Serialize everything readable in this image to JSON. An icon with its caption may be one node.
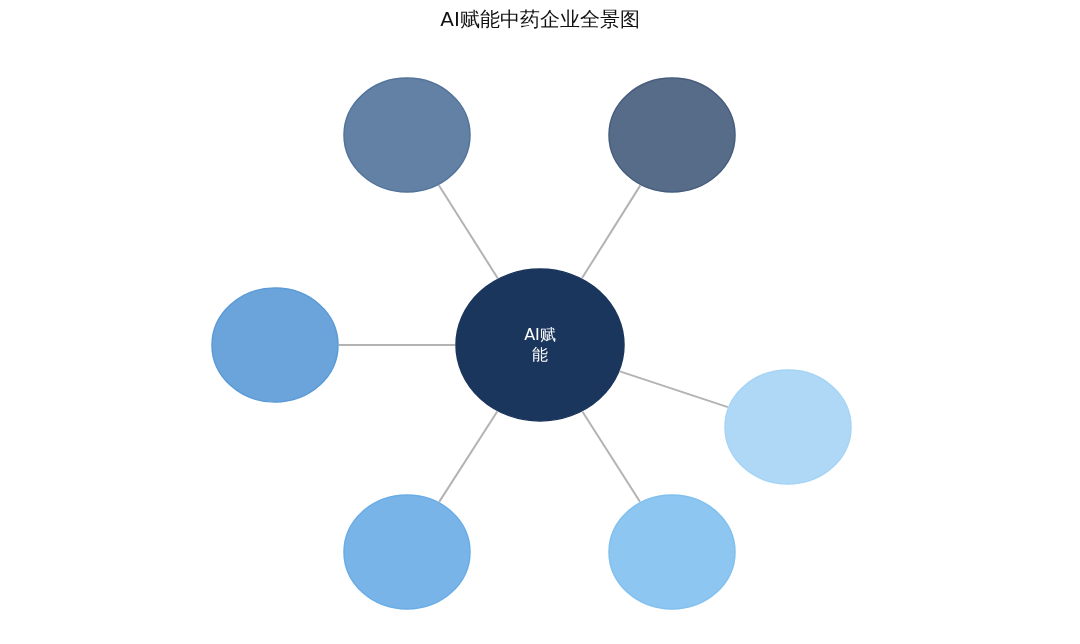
{
  "diagram": {
    "title": "AI赋能中药企业全景图",
    "nodes": [
      {
        "text": [
          "AI赋能"
        ]
      },
      {
        "text": [],
        "shape": "circle"
      },
      {
        "text": [],
        "shape": "circle"
      },
      {
        "text": [],
        "shape": "circle"
      },
      {
        "text": [],
        "shape": "circle"
      },
      {
        "text": [],
        "shape": "circle"
      },
      {
        "text": [],
        "shape": "circle"
      }
    ],
    "edges": [
      {
        "from": 0,
        "to": 1,
        "arrow": "none"
      },
      {
        "from": 0,
        "to": 2,
        "arrow": "none"
      },
      {
        "from": 0,
        "to": 3,
        "arrow": "none"
      },
      {
        "from": 0,
        "to": 4,
        "arrow": "none"
      },
      {
        "from": 0,
        "to": 5,
        "arrow": "none"
      },
      {
        "from": 0,
        "to": 6,
        "arrow": "none"
      }
    ]
  }
}
